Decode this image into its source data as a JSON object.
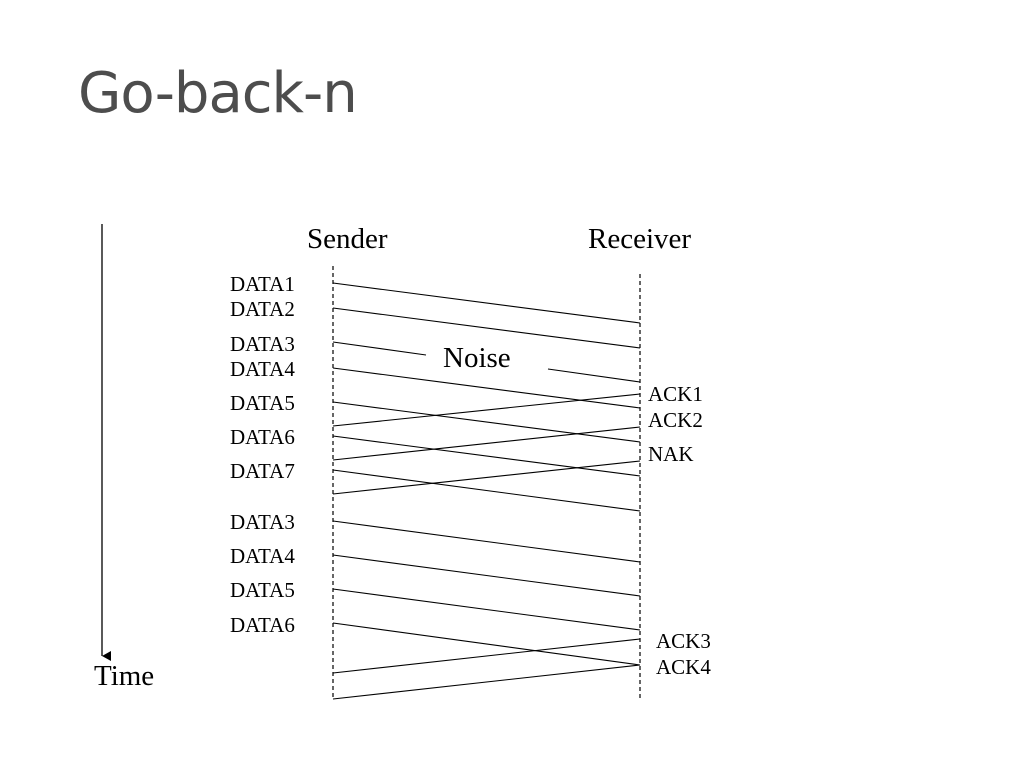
{
  "slide": {
    "title": "Go-back-n"
  },
  "diagram": {
    "sender_label": "Sender",
    "receiver_label": "Receiver",
    "time_label": "Time",
    "noise_label": "Noise",
    "sender_messages": [
      {
        "id": "data1",
        "label": "DATA1"
      },
      {
        "id": "data2",
        "label": "DATA2"
      },
      {
        "id": "data3",
        "label": "DATA3"
      },
      {
        "id": "data4",
        "label": "DATA4"
      },
      {
        "id": "data5",
        "label": "DATA5"
      },
      {
        "id": "data6",
        "label": "DATA6"
      },
      {
        "id": "data7",
        "label": "DATA7"
      },
      {
        "id": "data3-resend",
        "label": "DATA3"
      },
      {
        "id": "data4-resend",
        "label": "DATA4"
      },
      {
        "id": "data5-resend",
        "label": "DATA5"
      },
      {
        "id": "data6-resend",
        "label": "DATA6"
      }
    ],
    "receiver_messages": [
      {
        "id": "ack1",
        "label": "ACK1"
      },
      {
        "id": "ack2",
        "label": "ACK2"
      },
      {
        "id": "nak",
        "label": "NAK"
      },
      {
        "id": "ack3",
        "label": "ACK3"
      },
      {
        "id": "ack4",
        "label": "ACK4"
      }
    ],
    "colors": {
      "title": "#4d4d4d",
      "lines": "#000000"
    }
  }
}
